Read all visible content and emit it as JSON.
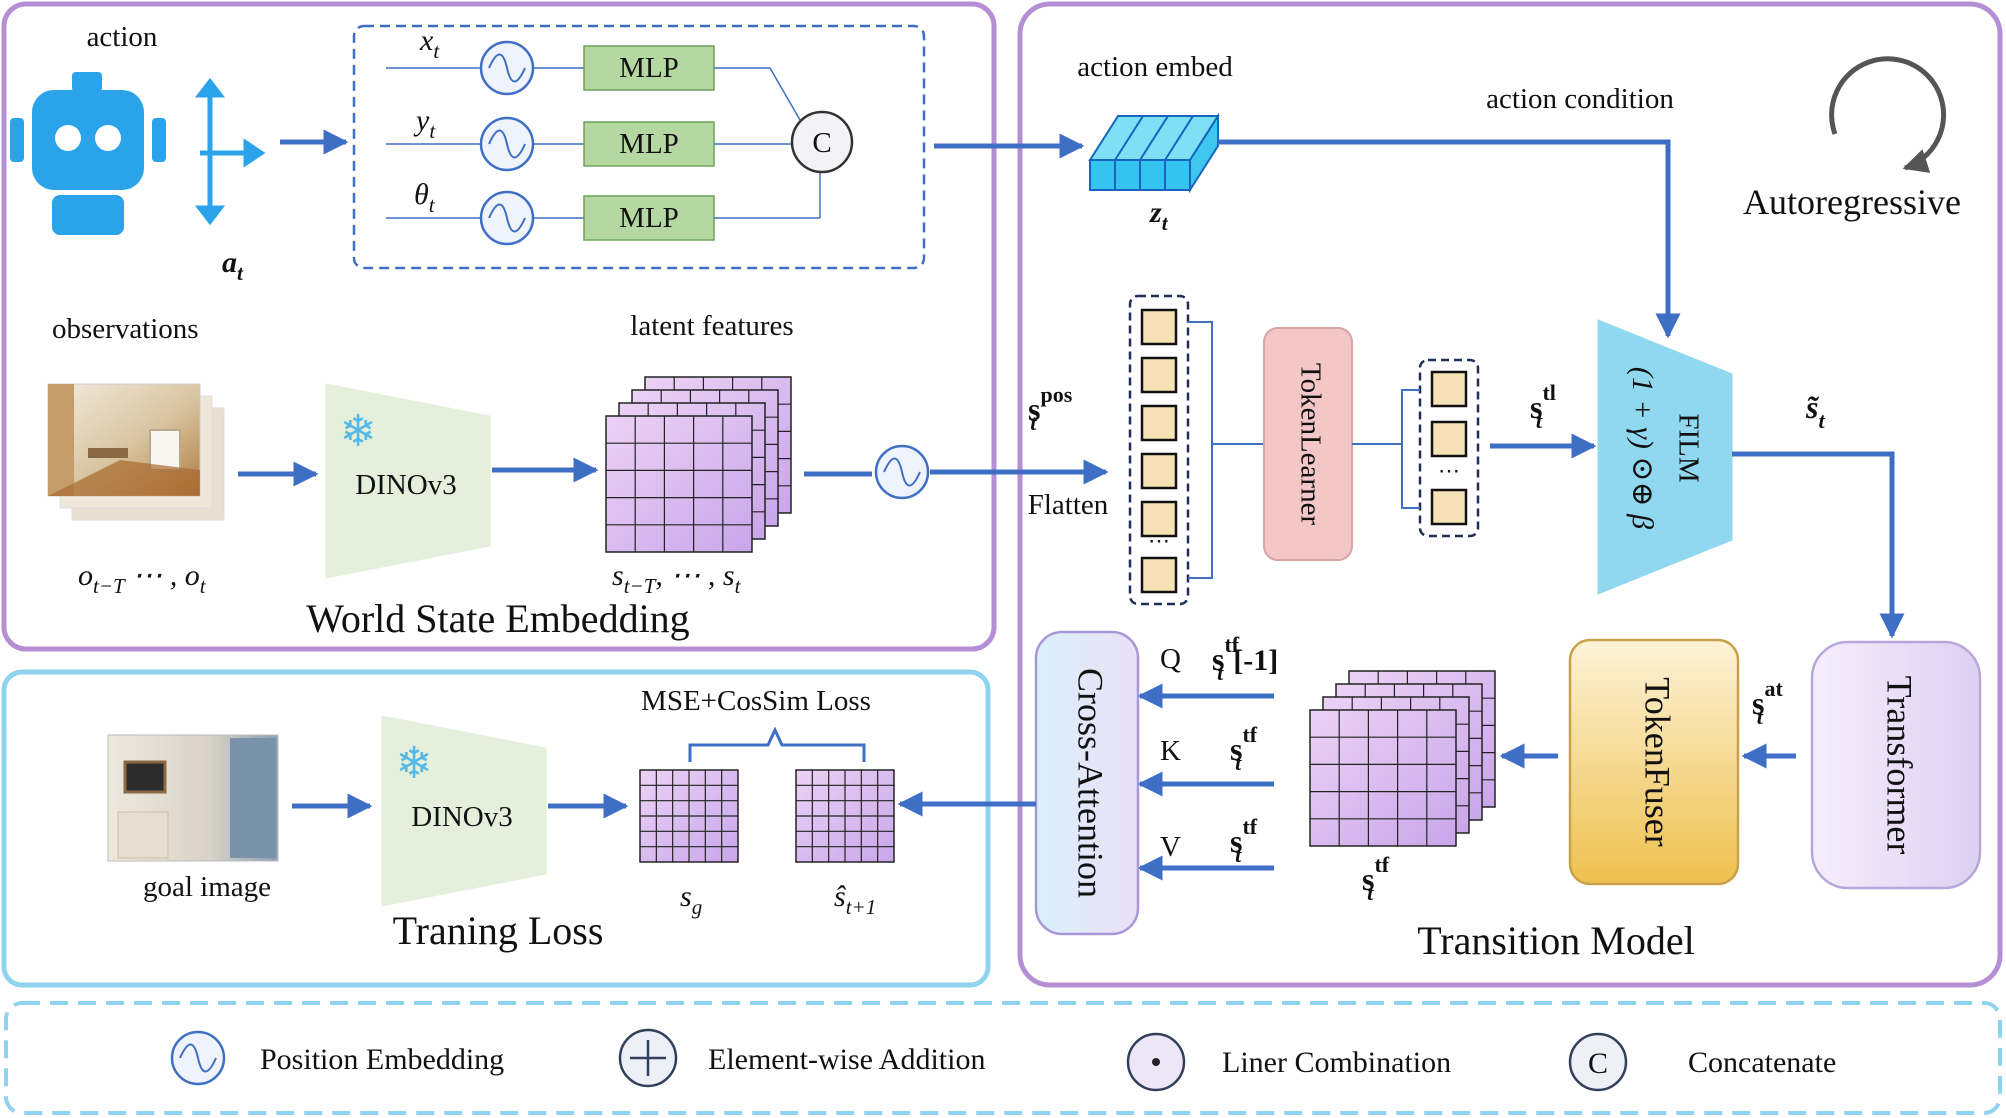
{
  "colors": {
    "panel_purple": "#b58fd6",
    "panel_blue": "#8fd3ef",
    "arrow": "#3f6fc4",
    "robot": "#2aa3ea",
    "mlp_fill": "#b5d8a3",
    "dino_fill": "#e4f0dc",
    "token_learner_fill": "#f4c7c7",
    "film_fill": "#8fd8f0",
    "token_fuser_fill": "#f0c75a",
    "cross_attention_fill": "#e4dcf5",
    "grid_fill": "#e2b9ef",
    "token_fill": "#f7e2b8"
  },
  "world": {
    "title": "World State Embedding",
    "action_label": "action",
    "action_var": "a",
    "action_sub": "t",
    "x_var": "x",
    "y_var": "y",
    "theta_var": "θ",
    "t_sub": "t",
    "mlp_label": "MLP",
    "concat_label": "C",
    "observations_label": "observations",
    "obs_seq": "o",
    "obs_sub1": "t−T",
    "obs_mid": " ⋯ , ",
    "obs_sub2": "t",
    "dino_label": "DINOv3",
    "latent_label": "latent features",
    "latent_seq": "s",
    "latent_sub1": "t−T",
    "latent_mid": ", ⋯ , ",
    "latent_sub2": "t",
    "snowflake": "❄"
  },
  "transition": {
    "title": "Transition Model",
    "action_embed_label": "action embed",
    "z_var": "z",
    "z_sub": "t",
    "action_condition_label": "action condition",
    "autoregressive_label": "Autoregressive",
    "s_var": "s",
    "s_sub": "t",
    "pos_sup": "pos",
    "tl_sup": "tl",
    "at_sup": "at",
    "tf_sup": "tf",
    "flatten_label": "Flatten",
    "token_learner_label": "TokenLearner",
    "ellipsis": "⋯",
    "film_label": "FILM",
    "film_formula": "(1 + γ) ⊙⊕ β",
    "s_tilde_var": "s̃",
    "transformer_label": "Transformer",
    "token_fuser_label": "TokenFuser",
    "cross_attention_label": "Cross-Attention",
    "q_label": "Q",
    "k_label": "K",
    "v_label": "V",
    "last_index": "[-1]"
  },
  "loss": {
    "title": "Traning Loss",
    "loss_name": "MSE+CosSim Loss",
    "goal_image_label": "goal image",
    "dino_label": "DINOv3",
    "sg_var": "s",
    "sg_sub": "g",
    "shat_var": "ŝ",
    "shat_sub": "t+1",
    "snowflake": "❄"
  },
  "legend": {
    "items": [
      {
        "icon": "position-embedding-icon",
        "label": "Position Embedding"
      },
      {
        "icon": "element-wise-addition-icon",
        "label": "Element-wise Addition"
      },
      {
        "icon": "liner-combination-icon",
        "label": "Liner Combination"
      },
      {
        "icon": "concatenate-icon",
        "label": "Concatenate",
        "glyph": "C"
      }
    ]
  }
}
